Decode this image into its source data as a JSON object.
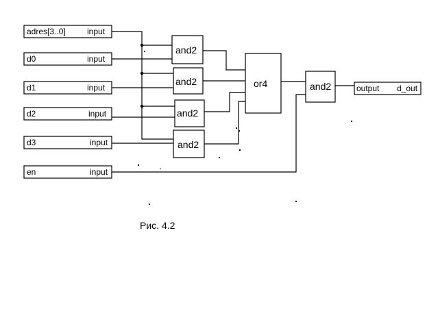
{
  "inputs": [
    {
      "name": "adres[3..0]",
      "type": "input"
    },
    {
      "name": "d0",
      "type": "input"
    },
    {
      "name": "d1",
      "type": "input"
    },
    {
      "name": "d2",
      "type": "input"
    },
    {
      "name": "d3",
      "type": "input"
    },
    {
      "name": "en",
      "type": "input"
    }
  ],
  "gates": {
    "and_0": "and2",
    "and_1": "and2",
    "and_2": "and2",
    "and_3": "and2",
    "or": "or4",
    "and_out": "and2"
  },
  "output": {
    "type": "output",
    "name": "d_out"
  },
  "caption": "Рис. 4.2"
}
